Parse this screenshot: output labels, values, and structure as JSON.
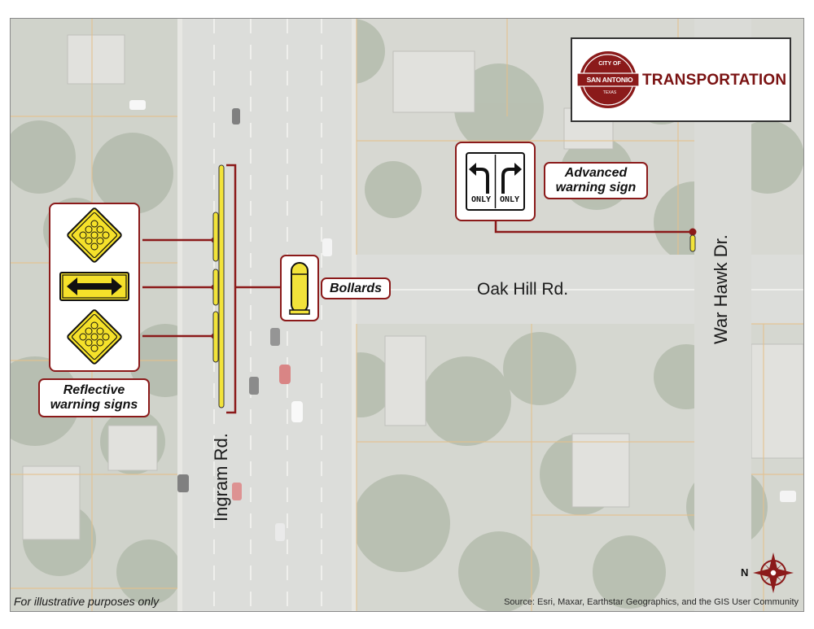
{
  "map": {
    "roads": {
      "ingram": "Ingram Rd.",
      "oak_hill": "Oak Hill Rd.",
      "war_hawk": "War Hawk Dr."
    },
    "callouts": {
      "reflective_line1": "Reflective",
      "reflective_line2": "warning signs",
      "bollards": "Bollards",
      "advanced_line1": "Advanced",
      "advanced_line2": "warning sign"
    },
    "sign_text": {
      "only_left": "ONLY",
      "only_right": "ONLY"
    },
    "logo": {
      "city_of": "CITY OF",
      "city_name": "SAN ANTONIO",
      "state": "TEXAS",
      "department": "TRANSPORTATION"
    },
    "north_letter": "N",
    "disclaimer": "For illustrative purposes only",
    "source": "Source: Esri, Maxar, Earthstar Geographics, and the GIS User Community",
    "colors": {
      "accent_red": "#8b1a1a",
      "sign_yellow": "#f5e12a",
      "marker_yellow": "#f2e33a"
    }
  }
}
